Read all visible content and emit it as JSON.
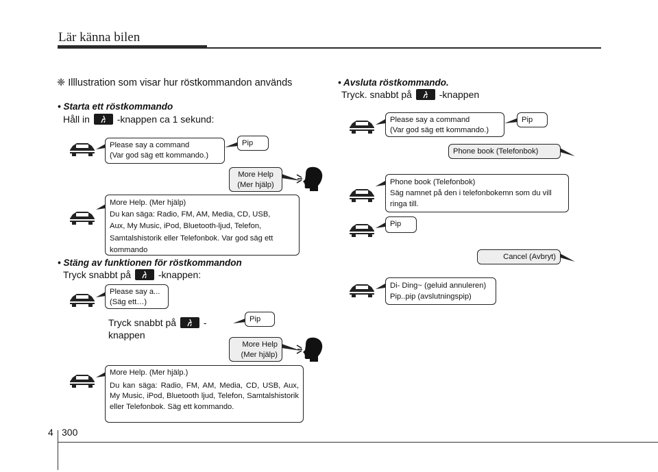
{
  "header": {
    "title": "Lär känna bilen"
  },
  "intro": {
    "symbol": "❈",
    "text": "Illlustration som visar hur röstkommandon används"
  },
  "section_start": {
    "heading": "• Starta ett röstkommando",
    "before_icon": "Håll in",
    "after_icon": "-knappen ca 1 sekund:"
  },
  "section_stop": {
    "heading": "• Stäng av funktionen för röstkommandon",
    "before_icon": "Tryck snabbt på",
    "after_icon": "-knappen:",
    "inline_before": "Tryck snabbt på",
    "inline_after_1": "-",
    "inline_after_2": "knappen"
  },
  "section_end": {
    "heading": "• Avsluta röstkommando.",
    "before_icon": "Tryck. snabbt på",
    "after_icon": "-knappen"
  },
  "bubbles": {
    "a1_l1": "Please say a command",
    "a1_l2": "(Var god säg ett kommando.)",
    "a1_pip": "Pip",
    "a1_help_l1": "More Help",
    "a1_help_l2": "(Mer hjälp)",
    "a1_resp_l1": "More Help. (Mer hjälp)",
    "a1_resp_l2": "Du kan säga: Radio, FM, AM, Media, CD, USB,",
    "a1_resp_l3": "Aux, My Music, iPod, Bluetooth-ljud, Telefon,",
    "a1_resp_l4": "Samtalshistorik eller Telefonbok. Var god säg ett",
    "a1_resp_l5": "kommando",
    "b1_l1": "Please say a...",
    "b1_l2": "(Säg ett…)",
    "b1_pip": "Pip",
    "b1_help_l1": "More Help",
    "b1_help_l2": "(Mer hjälp)",
    "b1_resp_l1": "More Help. (Mer hjälp.)",
    "b1_resp_body": "Du kan säga: Radio, FM, AM, Media, CD, USB, Aux, My Music, iPod, Bluetooth ljud, Telefon, Samtalshistorik eller Telefonbok. Säg ett kommando.",
    "c1_l1": "Please say a command",
    "c1_l2": "(Var god säg ett kommando.)",
    "c1_pip": "Pip",
    "c1_phonebook": "Phone book (Telefonbok)",
    "c2_l1": "Phone book (Telefonbok)",
    "c2_l2": "Säg namnet på den i telefonbokemn som du vill",
    "c2_l3": "ringa till.",
    "c3_pip": "Pip",
    "c3_cancel": "Cancel (Avbryt)",
    "c4_l1": "Di- Ding~ (geluid annuleren)",
    "c4_l2": "Pip..pip (avslutningspip)"
  },
  "footer": {
    "chapter": "4",
    "page": "300"
  },
  "icons": {
    "button": "voice-button-icon",
    "car": "car-icon",
    "speaker": "speaking-head-icon"
  }
}
